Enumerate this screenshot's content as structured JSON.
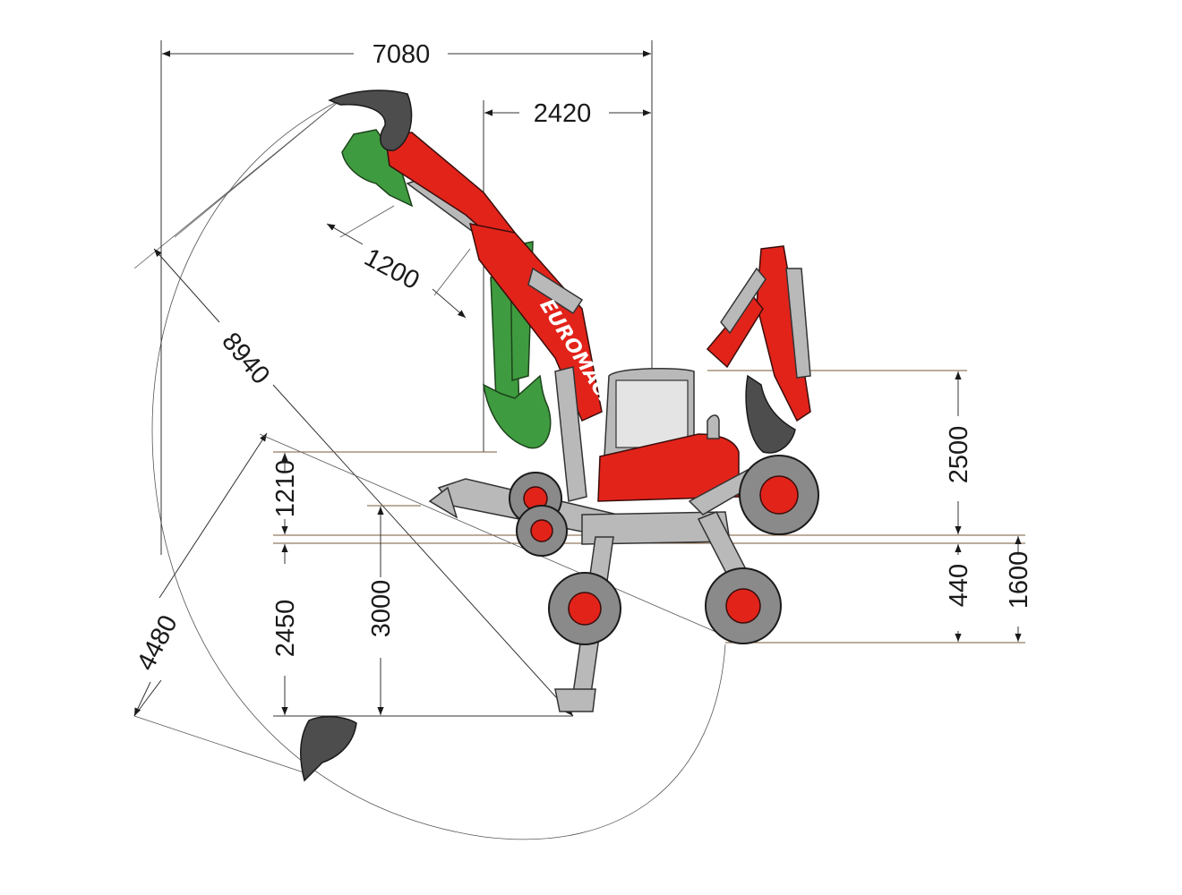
{
  "brand": {
    "name": "EUROMACH"
  },
  "dimensions": {
    "overall_reach_width": "7080",
    "front_offset": "2420",
    "bucket_width": "1200",
    "max_reach": "8940",
    "max_height_above_ref": "2500",
    "ground_clearance_left": "1210",
    "dig_depth_shallow": "2450",
    "dig_depth_deep": "3000",
    "wheel_step": "440",
    "total_right": "1600",
    "bucket_rotation": "4480"
  },
  "colors": {
    "machine": "#e2231a",
    "alt_arm": "#3f9b3f",
    "chassis": "#b9b9b9",
    "tyre": "#8a8a8a"
  }
}
